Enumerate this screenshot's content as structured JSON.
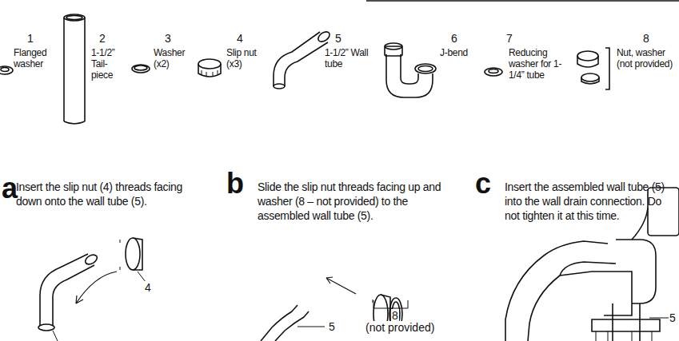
{
  "diagram": {
    "labels": [
      "1",
      "Flanged washer",
      "2",
      "1-1/2” Tail- piece",
      "3",
      "Washer (x2)",
      "4",
      "Slip nut (x3)",
      "5",
      "1-1/2” Wall tube",
      "6",
      "J-bend",
      "7",
      "Reducing washer for 1-1/4” tube",
      "8",
      "Nut, washer (not provided)",
      "a",
      "Insert the slip nut (4) threads facing down onto the wall tube (5).",
      "b",
      "Slide the slip nut threads facing up and washer (8 – not provided) to the assembled wall tube (5).",
      "c",
      "Insert the assembled wall tube (5) into the wall drain connection. Do not tighten it at this time.",
      "4",
      "8",
      "(not provided)",
      "5",
      "5"
    ]
  }
}
